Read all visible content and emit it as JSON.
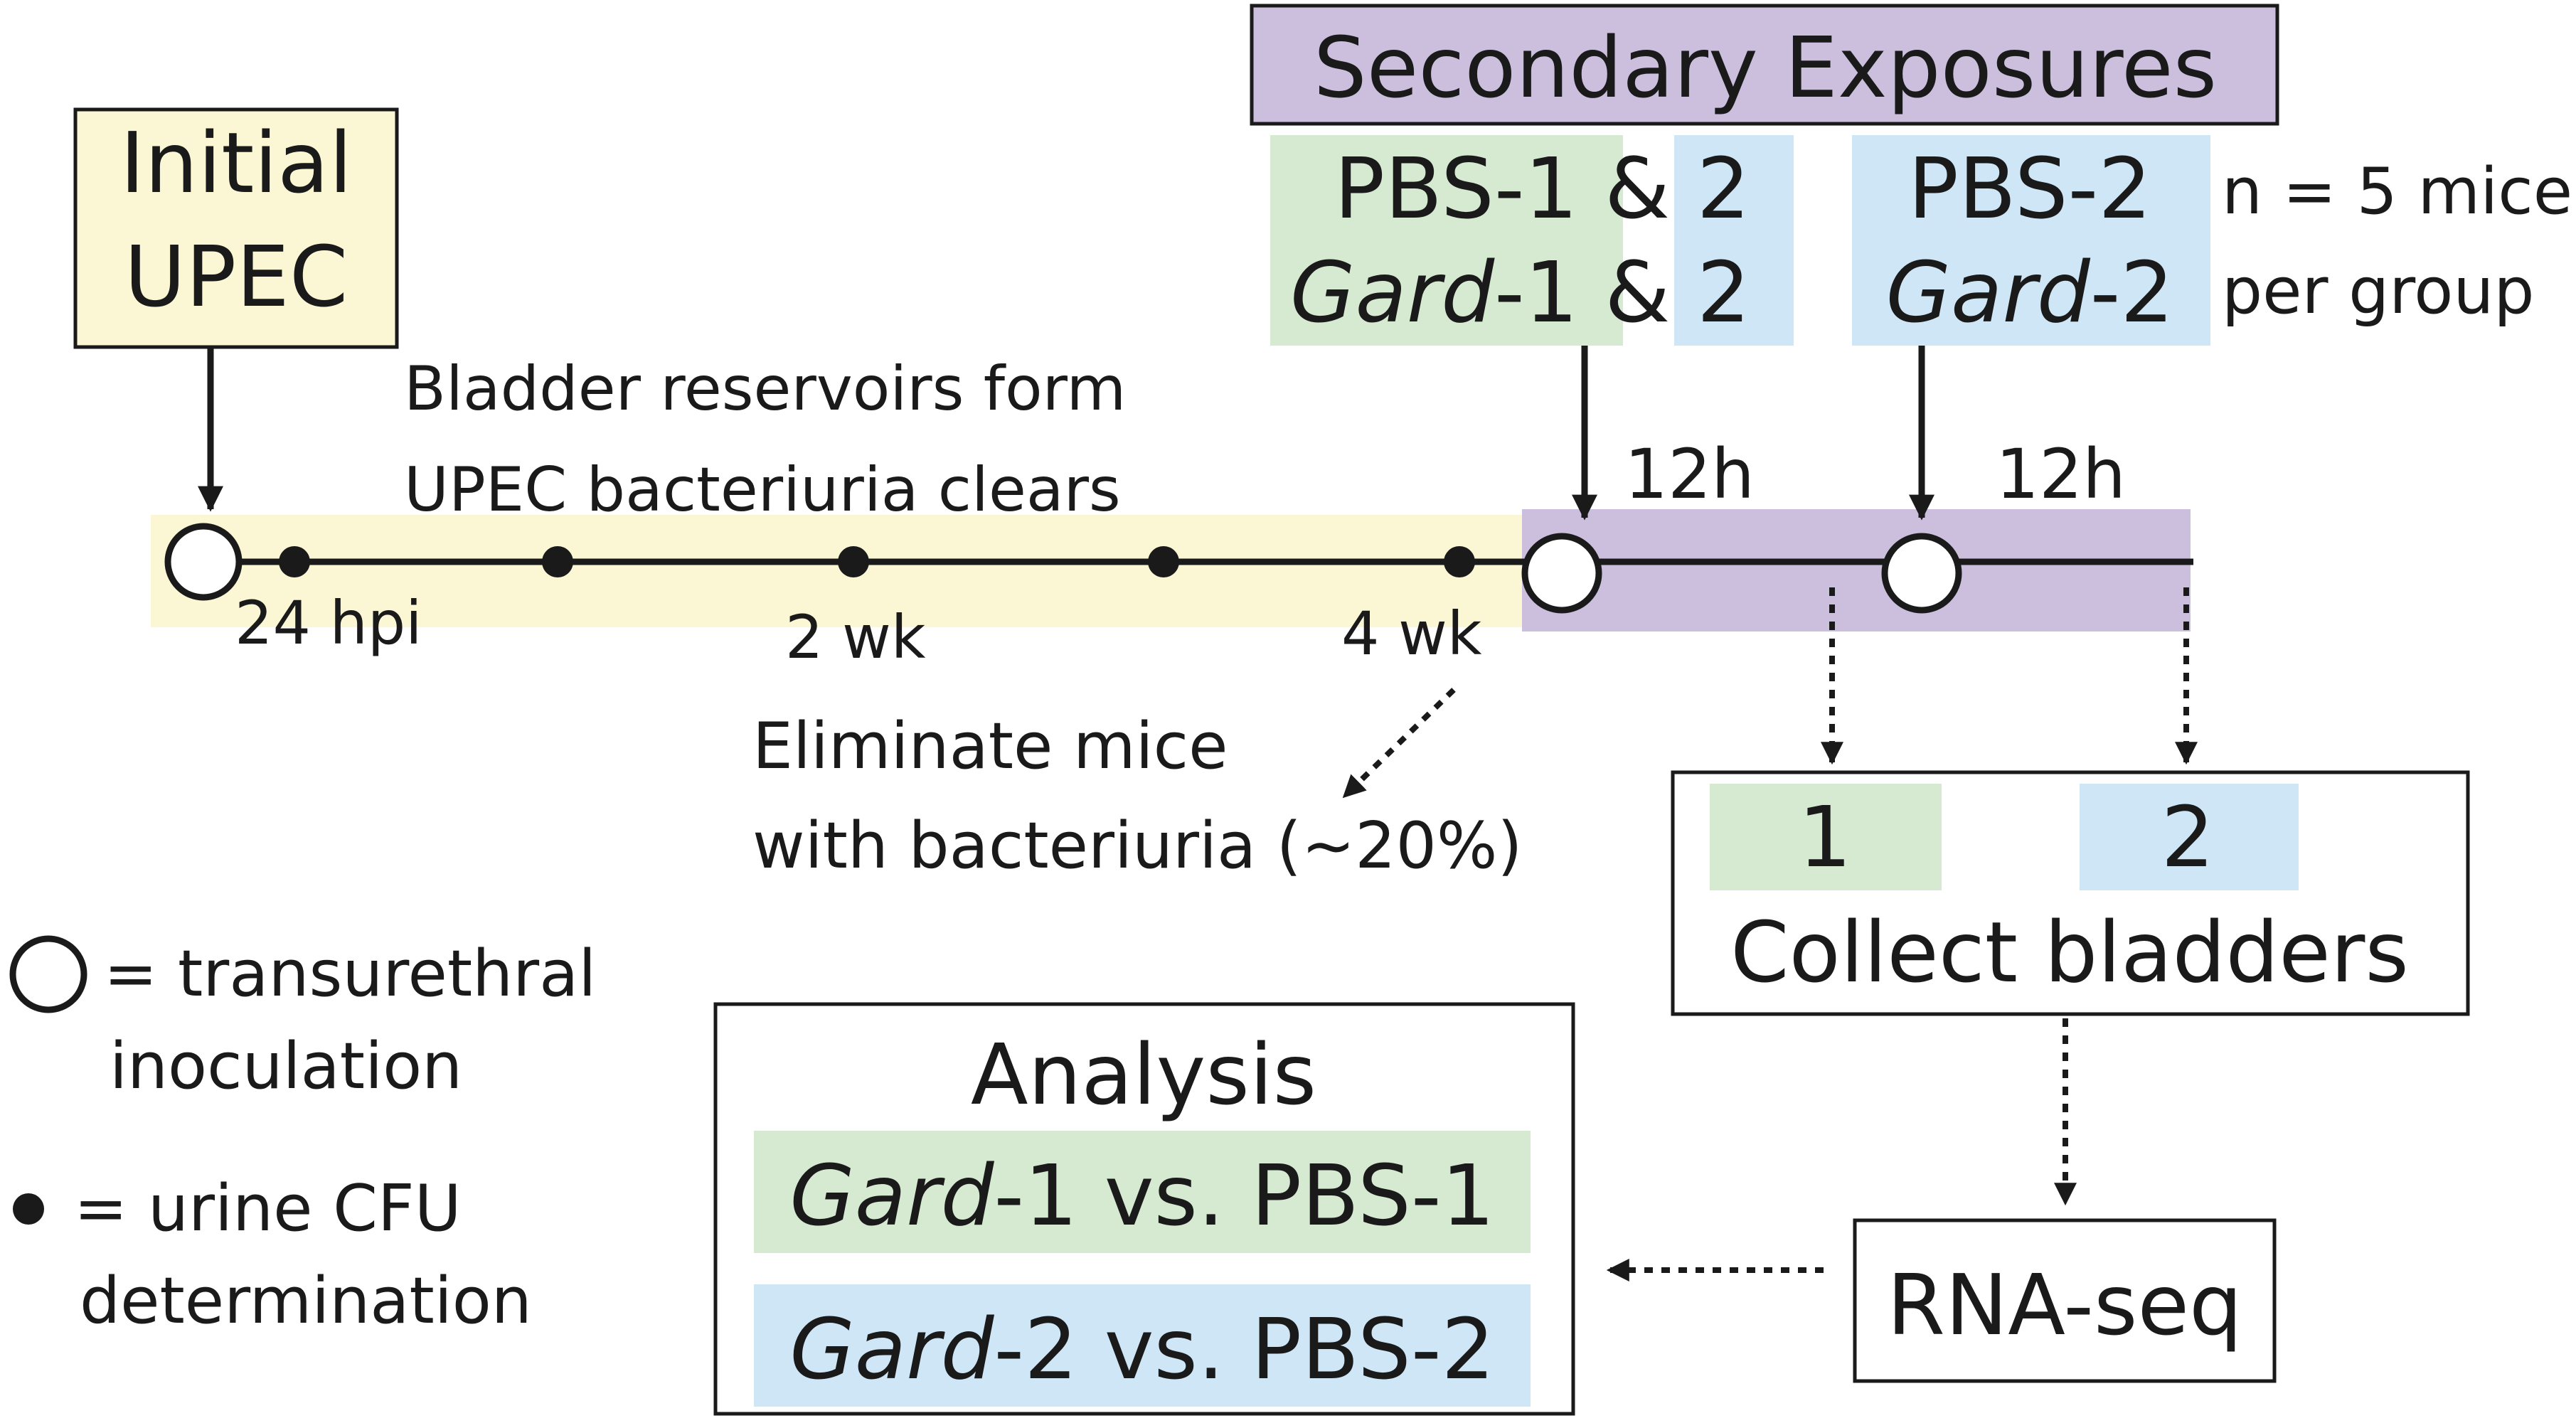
{
  "colors": {
    "yellow": "#fbf7d5",
    "purple": "#cbbfdd",
    "green": "#d6ead2",
    "blue": "#cfe6f6",
    "line": "#1a1a1a",
    "white": "#ffffff"
  },
  "initial": {
    "line1": "Initial",
    "line2": "UPEC"
  },
  "bladder_note": {
    "line1": "Bladder reservoirs form",
    "line2": "UPEC bacteriuria clears"
  },
  "time_labels": {
    "t24": "24 hpi",
    "t2wk": "2 wk",
    "t4wk": "4 wk",
    "h12a": "12h",
    "h12b": "12h"
  },
  "secondary": {
    "title": "Secondary Exposures",
    "group1": {
      "pbs_prefix": "PBS-1",
      "pbs_suffix": "& 2",
      "gard_italic": "Gard",
      "gard_suffix": "-1",
      "gard_tail": "& 2"
    },
    "group2": {
      "pbs": "PBS-2",
      "gard_italic": "Gard",
      "gard_suffix": "-2"
    },
    "n_line1": "n = 5 mice",
    "n_line2": "per group"
  },
  "eliminate": {
    "line1": "Eliminate mice",
    "line2": "with bacteriuria (~20%)"
  },
  "collect": {
    "c1": "1",
    "c2": "2",
    "label": "Collect bladders"
  },
  "legend": {
    "open_line1": "= transurethral",
    "open_line2": "inoculation",
    "dot_line1": "= urine CFU",
    "dot_line2": "determination"
  },
  "analysis": {
    "title": "Analysis",
    "row1_italic": "Gard",
    "row1_rest": "-1 vs. PBS-1",
    "row2_italic": "Gard",
    "row2_rest": "-2 vs. PBS-2"
  },
  "rnaseq": {
    "label": "RNA-seq"
  }
}
